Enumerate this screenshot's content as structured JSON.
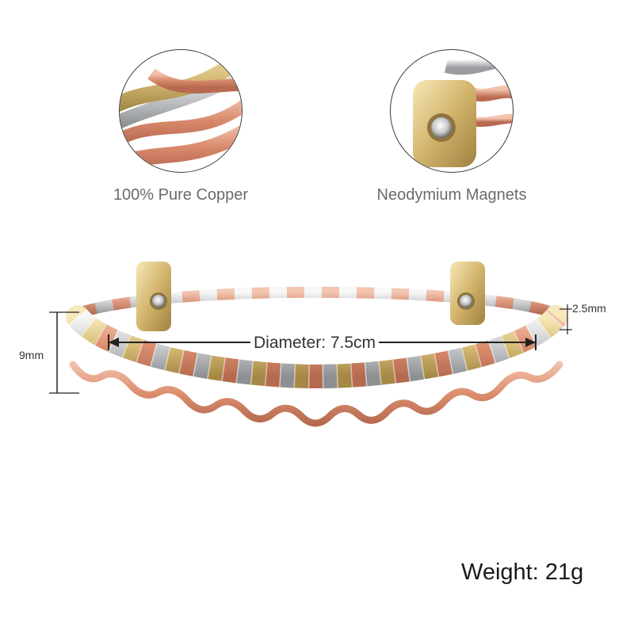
{
  "features": [
    {
      "label": "100% Pure Copper",
      "icon": "copper-twist-closeup"
    },
    {
      "label": "Neodymium Magnets",
      "icon": "magnet-end-closeup"
    }
  ],
  "dimensions": {
    "height": "9mm",
    "wire": "2.5mm",
    "diameter": "Diameter: 7.5cm"
  },
  "weight": "Weight: 21g",
  "colors": {
    "copper": "#d98a6c",
    "gold": "#d8bf78",
    "silver": "#c9cbcd",
    "caption": "#6b6b6b"
  }
}
